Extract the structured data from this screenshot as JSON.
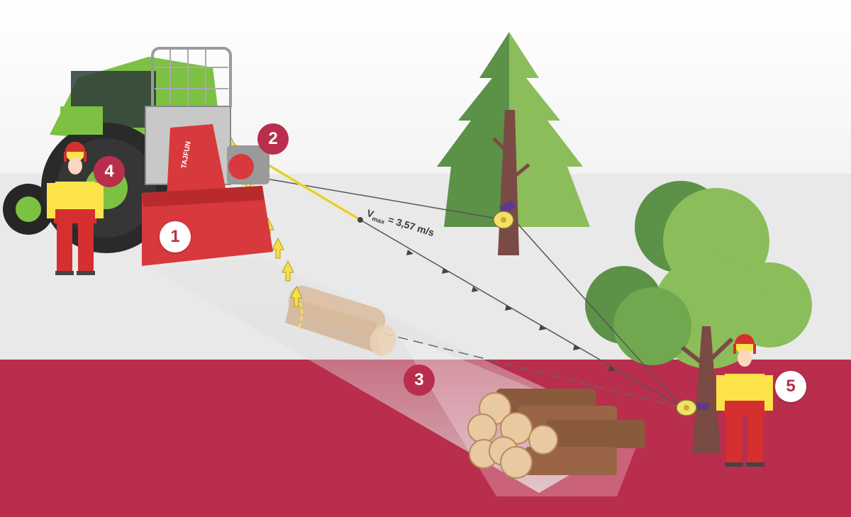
{
  "badges": {
    "one": "1",
    "two": "2",
    "three": "3",
    "four": "4",
    "five": "5"
  },
  "speed_label": {
    "symbol": "V",
    "subscript": "max",
    "value": "= 3,57 m/s"
  },
  "winch_brand_text": "TAJFUN",
  "colors": {
    "ground": "#b92e4c",
    "horizon": "#e9e9e9",
    "tree_dark": "#5c9148",
    "tree_light": "#8cbd5b",
    "trunk": "#7a4a44",
    "winch_red": "#d8393c",
    "tractor_green": "#7cc142",
    "cable_yellow": "#f4e14a",
    "worker_yellow": "#fde34a",
    "worker_red": "#d62f30"
  }
}
